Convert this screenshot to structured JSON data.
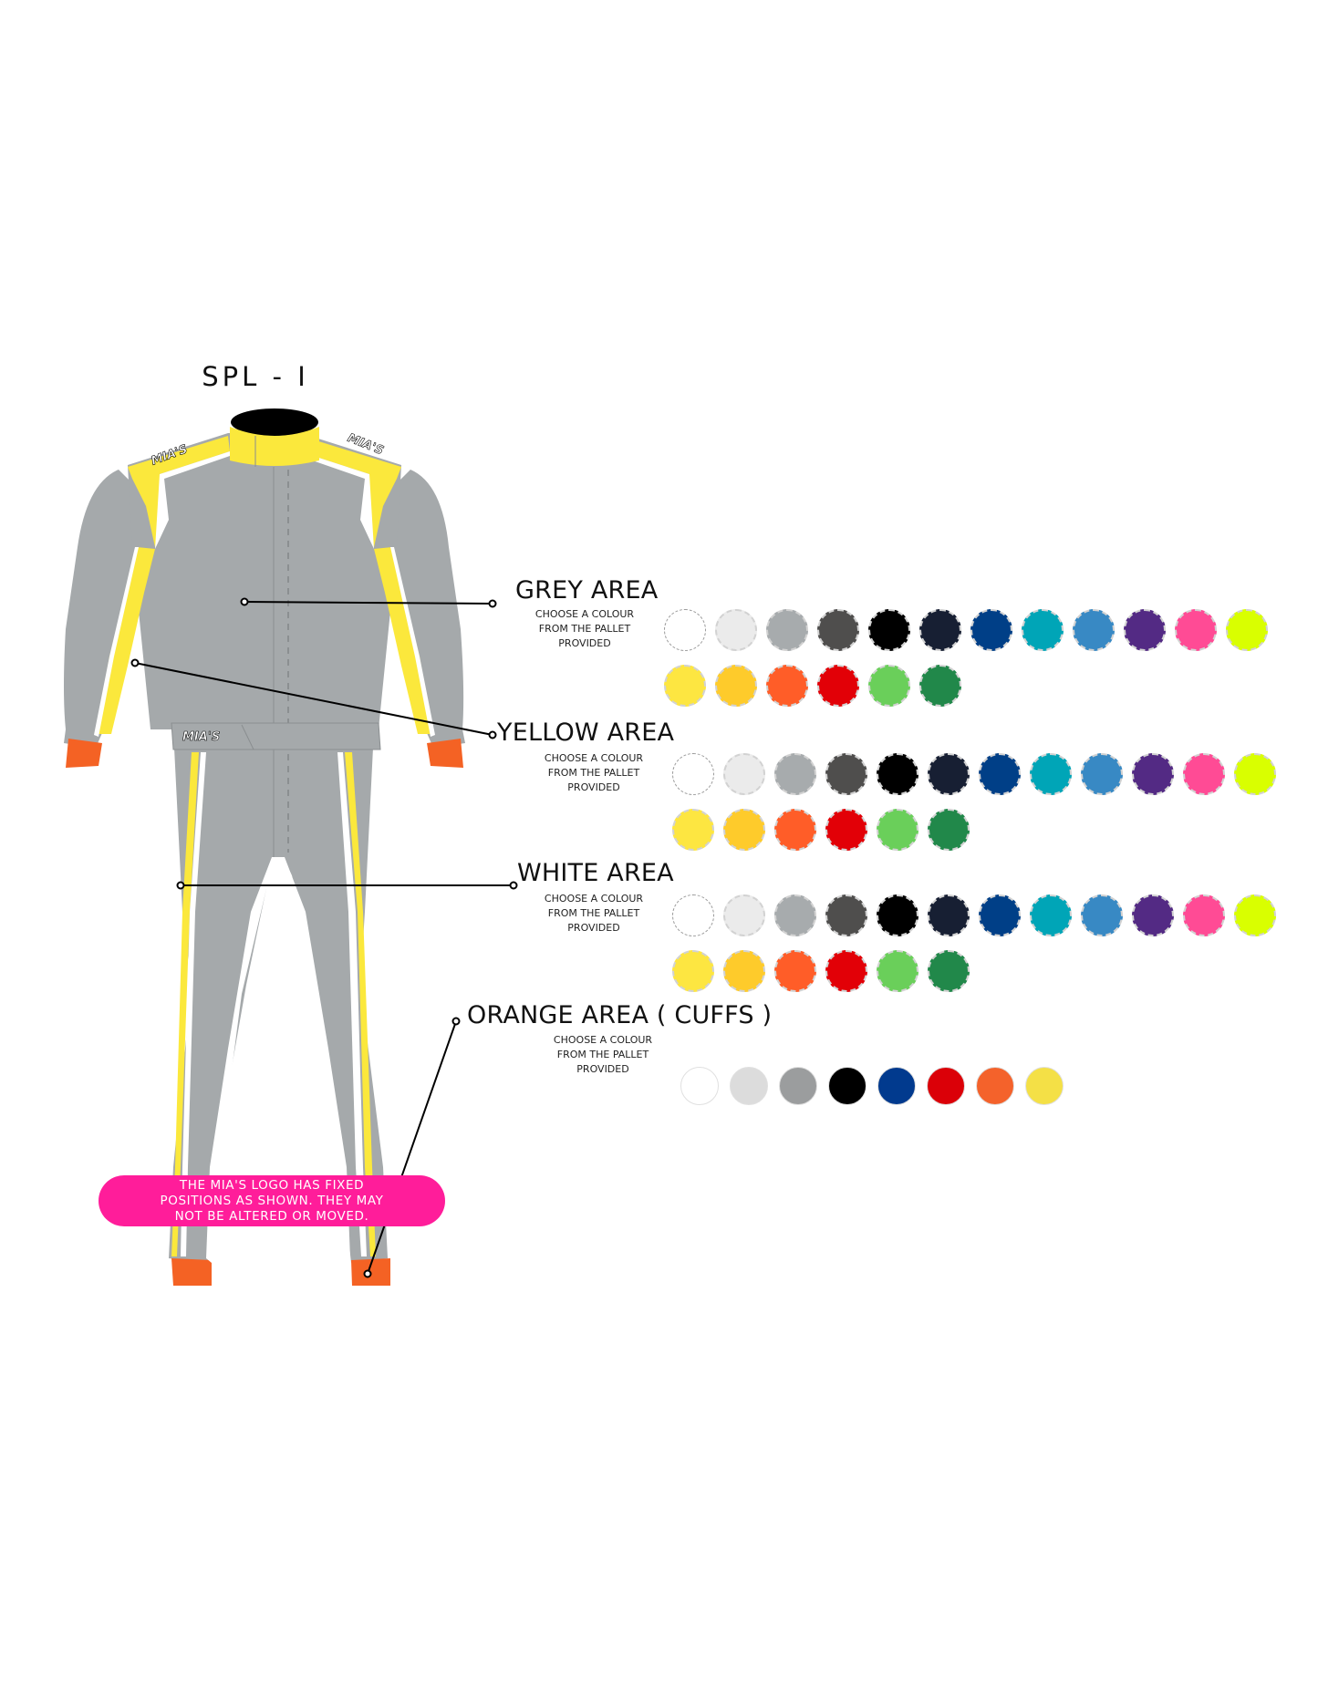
{
  "title": "SPL - I",
  "brand_logo": "MIA'S",
  "areas": [
    {
      "name": "GREY AREA",
      "sub": [
        "CHOOSE A COLOUR",
        "FROM THE PALLET",
        "PROVIDED"
      ],
      "palette": [
        "#ffffff",
        "#ebebeb",
        "#a7abad",
        "#4f4e4d",
        "#000000",
        "#171f33",
        "#003f87",
        "#00a5b7",
        "#3889c4",
        "#532a84",
        "#ff4b95",
        "#d9ff00",
        "#fde641",
        "#fecb2b",
        "#ff5d28",
        "#e20007",
        "#6acf5a",
        "#21884a"
      ]
    },
    {
      "name": "YELLOW AREA",
      "sub": [
        "CHOOSE A COLOUR",
        "FROM THE PALLET",
        "PROVIDED"
      ],
      "palette": [
        "#ffffff",
        "#ebebeb",
        "#a7abad",
        "#4f4e4d",
        "#000000",
        "#171f33",
        "#003f87",
        "#00a5b7",
        "#3889c4",
        "#532a84",
        "#ff4b95",
        "#d9ff00",
        "#fde641",
        "#fecb2b",
        "#ff5d28",
        "#e20007",
        "#6acf5a",
        "#21884a"
      ]
    },
    {
      "name": "WHITE AREA",
      "sub": [
        "CHOOSE A COLOUR",
        "FROM THE PALLET",
        "PROVIDED"
      ],
      "palette": [
        "#ffffff",
        "#ebebeb",
        "#a7abad",
        "#4f4e4d",
        "#000000",
        "#171f33",
        "#003f87",
        "#00a5b7",
        "#3889c4",
        "#532a84",
        "#ff4b95",
        "#d9ff00",
        "#fde641",
        "#fecb2b",
        "#ff5d28",
        "#e20007",
        "#6acf5a",
        "#21884a"
      ]
    },
    {
      "name": "ORANGE AREA ( CUFFS )",
      "sub": [
        "CHOOSE A COLOUR",
        "FROM THE PALLET",
        "PROVIDED"
      ],
      "palette": [
        "#ffffff",
        "#dcdcdc",
        "#9b9d9e",
        "#000000",
        "#013a8e",
        "#db0008",
        "#f4622b",
        "#f4e046"
      ]
    }
  ],
  "note": {
    "lines": [
      "THE MIA'S LOGO HAS FIXED",
      "POSITIONS AS SHOWN. THEY MAY",
      "NOT BE ALTERED OR MOVED."
    ]
  },
  "colors": {
    "suit_grey": "#a5a9ab",
    "suit_yellow": "#fbe83c",
    "suit_orange": "#f46224",
    "collar_black": "#000000",
    "note_pink": "#ff1d9a"
  }
}
